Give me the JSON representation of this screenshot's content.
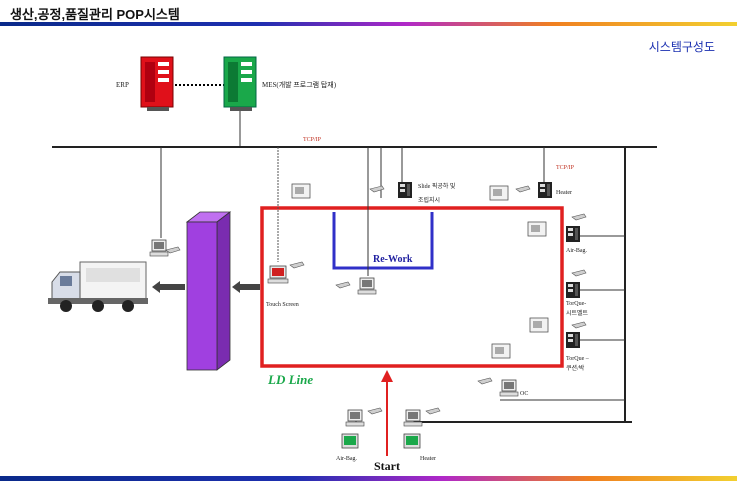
{
  "header": {
    "title": "생산,공정,품질관리 POP시스템",
    "subtitle": "시스템구성도"
  },
  "labels": {
    "erp": "ERP",
    "mes": "MES(개발 프로그램 탑재)",
    "tcpip_main": "TCP/IP",
    "tcpip_right": "TCP/IP",
    "slide_line1": "Slide 픽공하 및",
    "slide_line2": "조립지시",
    "heater_top": "Heater",
    "airbag_right": "Air-Bag.",
    "torque1_line1": "TorQue-",
    "torque1_line2": "시트벨트",
    "torque2_line1": "TorQue –",
    "torque2_line2": "쿠션/박",
    "rework": "Re-Work",
    "touch_screen": "Touch Screen",
    "ld_line": "LD Line",
    "oc": "OC",
    "airbag_bottom": "Air-Bag.",
    "heater_bottom": "Heater",
    "start": "Start"
  },
  "colors": {
    "erp_server": "#e0101a",
    "mes_server": "#1aa84a",
    "ld_line_box": "#e02020",
    "rework_box": "#3030c8",
    "tower": "#a040e0",
    "start_arrow": "#e02020"
  }
}
